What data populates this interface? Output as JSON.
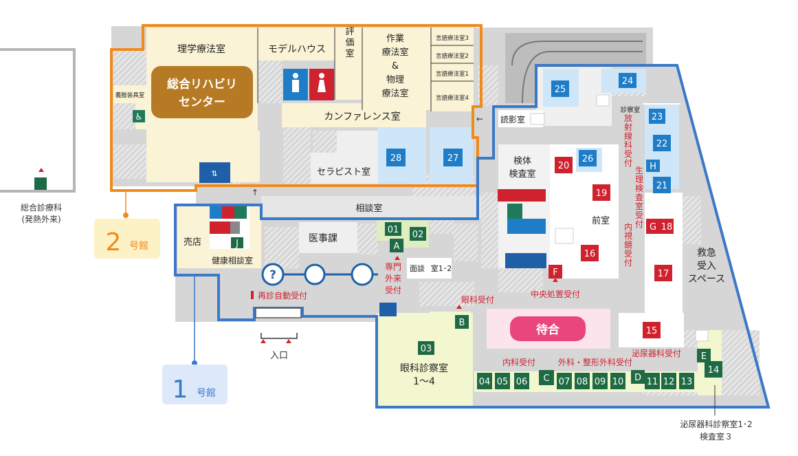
{
  "buildings": {
    "b1": {
      "num": "1",
      "suffix": "号館",
      "color": "#3a78c8"
    },
    "b2": {
      "num": "2",
      "suffix": "号館",
      "color": "#f08a1c"
    }
  },
  "rooms": {
    "pt": "理学療法室",
    "model_house": "モデルハウス",
    "eval": "評価室",
    "ot1": "作業",
    "ot2": "療法室",
    "ot3": "&",
    "ot4": "物理",
    "ot5": "療法室",
    "st3": "言語療法室3",
    "st2": "言語療法室2",
    "st1": "言語療法室1",
    "st4": "言語療法室4",
    "prosthesis": "義肢装具室",
    "rehab1": "総合リハビリ",
    "rehab2": "センター",
    "conference": "カンファレンス室",
    "therapist": "セラピスト室",
    "reading": "読影室",
    "exam_room": "診察室",
    "specimen1": "検体",
    "specimen2": "検査室",
    "anteroom": "前室",
    "consult": "相談室",
    "medical_affairs": "医事課",
    "shop": "売店",
    "health_consult": "健康相談室",
    "interview": "面談",
    "interview_rooms": "室1･2",
    "waiting": "待合",
    "eye_exam1": "眼科診察室",
    "eye_exam2": "1～4",
    "er1": "救急",
    "er2": "受入",
    "er3": "スペース"
  },
  "numbers": [
    "01",
    "02",
    "03",
    "04",
    "05",
    "06",
    "07",
    "08",
    "09",
    "10",
    "11",
    "12",
    "13",
    "14",
    "15",
    "16",
    "17",
    "18",
    "19",
    "20",
    "21",
    "22",
    "23",
    "24",
    "25",
    "26",
    "27",
    "28"
  ],
  "letters": [
    "A",
    "B",
    "C",
    "D",
    "E",
    "F",
    "G",
    "H",
    "J"
  ],
  "desks": {
    "reentry": "再診自動受付",
    "specialty1": "専門",
    "specialty2": "外来",
    "specialty3": "受付",
    "eye": "眼科受付",
    "central": "中央処置受付",
    "internal": "内科受付",
    "surgery": "外科・整形外科受付",
    "urology": "泌尿器科受付",
    "radiology": "放射線科受付",
    "physiology": "生理検査室受付",
    "endoscopy": "内視鏡受付"
  },
  "external": {
    "general1": "総合診療科",
    "general2": "(発熱外来)",
    "entrance": "入口",
    "urology1": "泌尿器科診察室1･2",
    "urology2": "検査室３"
  },
  "colors": {
    "blue_room": "#cfe6f8",
    "blue_badge": "#1f7cc6",
    "red_badge": "#d0212e",
    "green_badge": "#1e6a44",
    "green_room": "#dfeec0",
    "cream": "#faf3d6",
    "gray_floor": "#dcdcdc",
    "rehab_badge": "#b77a24"
  }
}
